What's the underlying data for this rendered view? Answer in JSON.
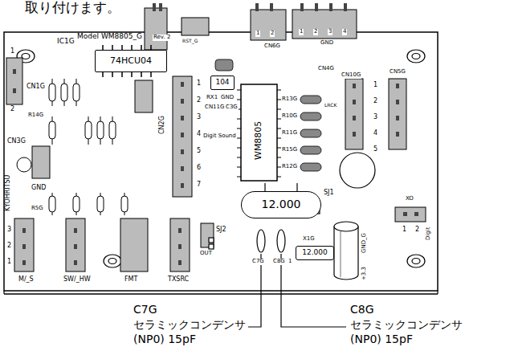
{
  "diagram": {
    "nodes": [
      {
        "text": [
          "74HCU04"
        ]
      },
      {
        "text": [
          "104"
        ]
      },
      {
        "text": [
          "12.000"
        ]
      },
      {
        "text": [
          "12.000"
        ]
      }
    ],
    "labels": [
      "取り付けます。",
      "Model WM8805_G",
      "Rev. 2",
      "IC1G",
      "RST_G",
      "GND",
      "CN6G",
      "1",
      "2",
      "CN4G",
      "1",
      "2",
      "3",
      "4",
      "CN10G",
      "CN1G",
      "1",
      "2",
      "R14G",
      "CN3G",
      "KYOHRITSU",
      "GND",
      "R5G",
      "3",
      "2",
      "1",
      "M/_S",
      "SW/_HW",
      "FMT",
      "TXSRC",
      "CN2G",
      "1",
      "2",
      "3",
      "4",
      "5",
      "6",
      "7",
      "RX1",
      "GND",
      "CN11G",
      "C3G",
      "Digit Sound",
      "OUT",
      "SJ2",
      "WM8805",
      "R13G",
      "R10G",
      "R11G",
      "R15G",
      "R12G",
      "LRCK",
      "SJ1",
      "X1G",
      "C7G",
      "C8G",
      "1",
      "GND_G",
      "+3.3",
      "1",
      "2",
      "Digit",
      "XO",
      "CN5G",
      "1",
      "2",
      "3",
      "4",
      "5",
      "C7G",
      "セラミックコンデンサ",
      "(NP0) 15pF",
      "C8G",
      "セラミックコンデンサ",
      "(NP0) 15pF"
    ]
  }
}
